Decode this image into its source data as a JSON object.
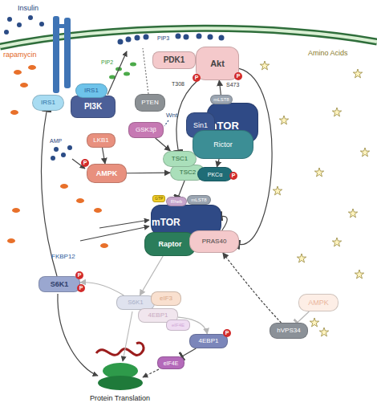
{
  "diagram": {
    "nodes": [
      {
        "text": [
          "IRS1"
        ]
      },
      {
        "text": [
          "IRS1"
        ]
      },
      {
        "text": [
          "PI3K"
        ]
      },
      {
        "text": [
          "PTEN"
        ]
      },
      {
        "text": [
          "PDK1"
        ]
      },
      {
        "text": [
          "Akt"
        ]
      },
      {
        "text": [
          "GSK3β"
        ]
      },
      {
        "text": [
          "LKB1"
        ]
      },
      {
        "text": [
          "AMPK"
        ]
      },
      {
        "text": [
          "TSC1"
        ]
      },
      {
        "text": [
          "TSC2"
        ]
      },
      {
        "text": [
          "mLST8"
        ]
      },
      {
        "text": [
          "Sin1"
        ]
      },
      {
        "text": [
          "mTOR"
        ]
      },
      {
        "text": [
          "Rictor"
        ]
      },
      {
        "text": [
          "PKCα"
        ]
      },
      {
        "text": [
          "Rheb"
        ]
      },
      {
        "text": [
          "mLST8"
        ]
      },
      {
        "text": [
          "mTOR"
        ]
      },
      {
        "text": [
          "Raptor"
        ]
      },
      {
        "text": [
          "PRAS40"
        ]
      },
      {
        "text": [
          "S6K1"
        ]
      },
      {
        "text": [
          "S6K1"
        ]
      },
      {
        "text": [
          "eIF3"
        ]
      },
      {
        "text": [
          "4EBP1"
        ]
      },
      {
        "text": [
          "eIF4E"
        ]
      },
      {
        "text": [
          "4EBP1"
        ]
      },
      {
        "text": [
          "eIF4E"
        ]
      },
      {
        "text": [
          "AMPK"
        ]
      },
      {
        "text": [
          "hVPS34"
        ]
      }
    ],
    "edges": [
      {
        "from": 5,
        "to": 9,
        "arrow": "to"
      },
      {
        "from": 6,
        "to": 9,
        "arrow": "to"
      },
      {
        "from": 7,
        "to": 8,
        "arrow": "to"
      },
      {
        "from": 8,
        "to": 10,
        "arrow": "to"
      },
      {
        "from": 10,
        "to": 16,
        "arrow": "to"
      },
      {
        "from": 11,
        "to": 5,
        "arrow": "to"
      },
      {
        "from": 14,
        "to": 15,
        "arrow": "to"
      },
      {
        "from": 5,
        "to": 20,
        "arrow": "to"
      },
      {
        "from": 20,
        "to": 18,
        "arrow": "to"
      },
      {
        "from": 19,
        "to": 22,
        "arrow": "to"
      },
      {
        "from": 21,
        "to": 0,
        "arrow": "to"
      },
      {
        "from": 22,
        "to": 21,
        "arrow": "to"
      },
      {
        "from": 24,
        "to": 26,
        "arrow": "to"
      },
      {
        "from": 26,
        "to": 27,
        "arrow": "to"
      },
      {
        "from": 29,
        "to": 20,
        "arrow": "to"
      },
      {
        "from": 28,
        "to": 29,
        "arrow": "to"
      }
    ],
    "labels": [
      "Insulin",
      "rapamycin",
      "PIP2",
      "PIP3",
      "T308",
      "S473",
      "Amino Acids",
      "Wnt",
      "AMP",
      "FKBP12",
      "Protein Translation",
      "P",
      "P",
      "P",
      "P",
      "P",
      "P",
      "P",
      "GTP"
    ]
  }
}
